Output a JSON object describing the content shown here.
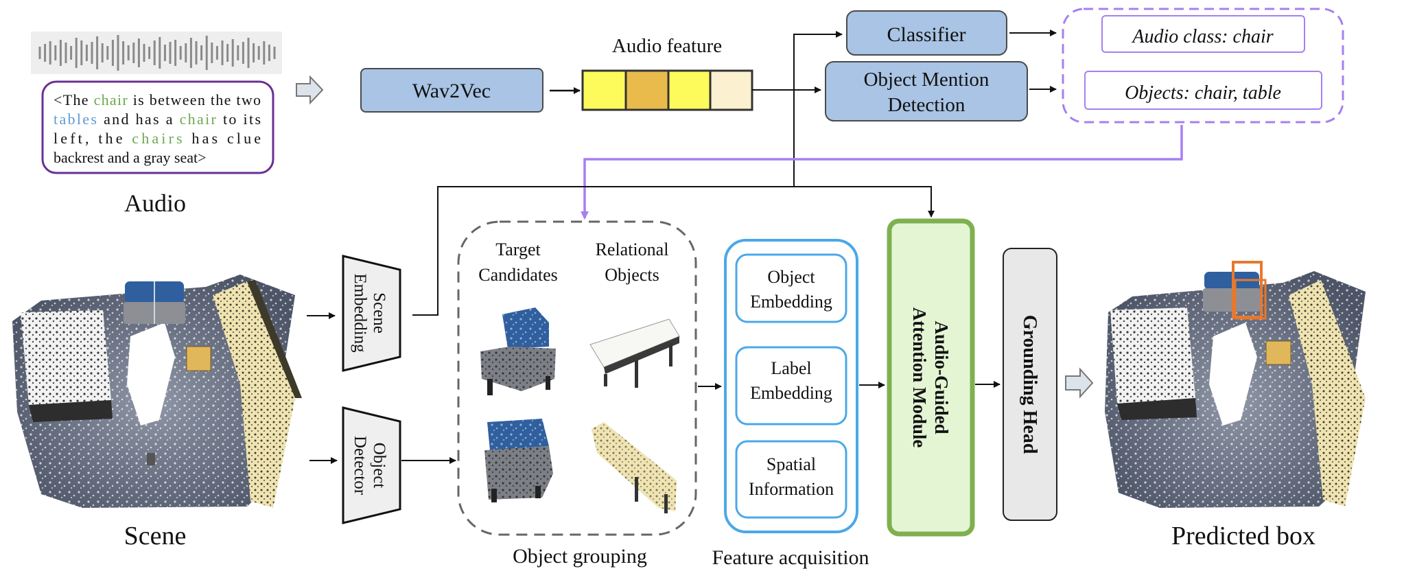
{
  "audio_panel": {
    "quote": {
      "line1": [
        {
          "t": "<The ",
          "c": "plain"
        },
        {
          "t": "chair",
          "c": "green"
        },
        {
          "t": " is between the two",
          "c": "plain"
        }
      ],
      "line2": [
        {
          "t": "tables",
          "c": "blue"
        },
        {
          "t": " and has a ",
          "c": "plain"
        },
        {
          "t": "chair",
          "c": "green"
        },
        {
          "t": " to its",
          "c": "plain"
        }
      ],
      "line3": [
        {
          "t": "left, the ",
          "c": "plain"
        },
        {
          "t": "chairs",
          "c": "green"
        },
        {
          "t": " has clue",
          "c": "plain"
        }
      ],
      "line4": [
        {
          "t": "backrest and a gray seat>",
          "c": "plain"
        }
      ]
    },
    "caption": "Audio"
  },
  "pipeline_top": {
    "wav2vec": "Wav2Vec",
    "audio_feature_title": "Audio feature",
    "classifier": "Classifier",
    "mention_line1": "Object Mention",
    "mention_line2": "Detection",
    "out_class": "Audio class: chair",
    "out_objects": "Objects: chair,  table"
  },
  "scene_panel": {
    "caption": "Scene",
    "scene_embedding_line1": "Scene",
    "scene_embedding_line2": "Embedding",
    "object_detector_line1": "Object",
    "object_detector_line2": "Detector"
  },
  "grouping": {
    "col1_line1": "Target",
    "col1_line2": "Candidates",
    "col2_line1": "Relational",
    "col2_line2": "Objects",
    "caption": "Object grouping"
  },
  "features": {
    "obj_line1": "Object",
    "obj_line2": "Embedding",
    "label_line1": "Label",
    "label_line2": "Embedding",
    "spatial_line1": "Spatial",
    "spatial_line2": "Information",
    "caption": "Feature acquisition"
  },
  "attention": {
    "line1": "Audio-Guided",
    "line2": "Attention Module"
  },
  "grounding": "Grounding Head",
  "predicted_caption": "Predicted box",
  "colors": {
    "green_word": "#6aa84f",
    "blue_word": "#5b9bd5",
    "box_blue": "#a9c4e4",
    "purple": "#a77ff0",
    "feature_blue": "#4aa8e8",
    "attention_green": "#7fb04f",
    "attention_fill": "#e4f5d4",
    "grounding_fill": "#e8e8e8",
    "yellow": "#fdfb5b",
    "orange": "#e9bb4d",
    "cream": "#fbf0cf",
    "pred_box": "#e7782e"
  }
}
